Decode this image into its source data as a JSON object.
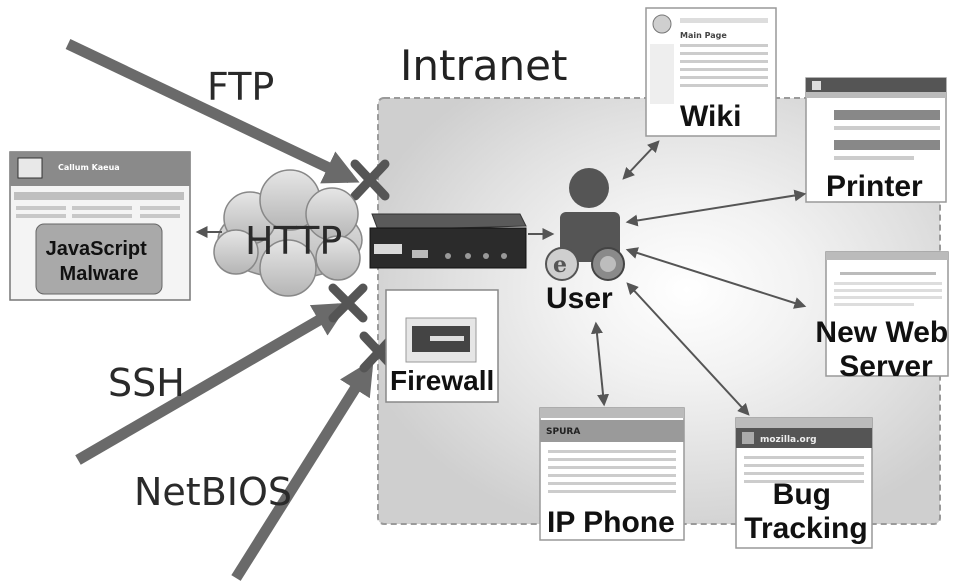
{
  "diagram": {
    "zone_label": "Intranet",
    "protocols": {
      "ftp": "FTP",
      "http": "HTTP",
      "ssh": "SSH",
      "netbios": "NetBIOS"
    },
    "nodes": {
      "malware": "JavaScript Malware",
      "malware_line1": "JavaScript",
      "malware_line2": "Malware",
      "firewall": "Firewall",
      "user": "User",
      "wiki": "Wiki",
      "printer": "Printer",
      "web_server_line1": "New Web",
      "web_server_line2": "Server",
      "ip_phone": "IP Phone",
      "bug_tracking_line1": "Bug",
      "bug_tracking_line2": "Tracking"
    },
    "thumbnail_text": {
      "malware_header": "Callum Kaeua",
      "wiki_header": "Main Page",
      "bug_header": "mozilla.org",
      "phone_header": "SPURA"
    }
  }
}
